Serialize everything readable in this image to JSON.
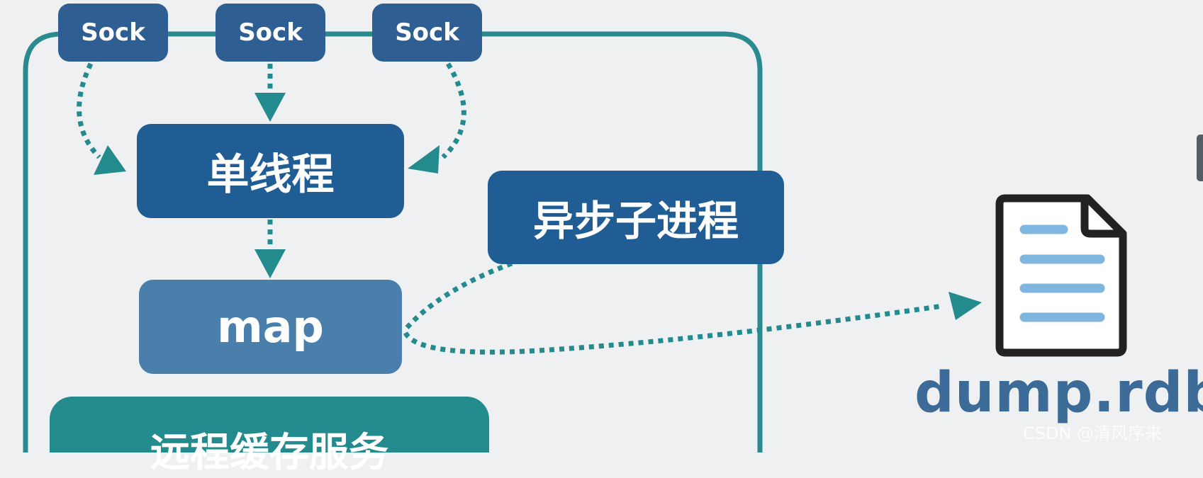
{
  "diagram": {
    "socket_nodes": [
      "Sock",
      "Sock",
      "Sock"
    ],
    "single_thread_label": "单线程",
    "async_child_label": "异步子进程",
    "map_label": "map",
    "remote_cache_label": "远程缓存服务",
    "file_label": "dump.rdb"
  },
  "watermark": "CSDN @清风序来",
  "colors": {
    "background": "#eef0f2",
    "container_border": "#2a8a90",
    "arrow": "#238a8e",
    "socket_box": "#2f5f92",
    "primary_box": "#1f5d94",
    "map_box": "#4a7fab",
    "remote_box": "#238a8e",
    "file_outline": "#222222",
    "file_lines": "#7fb6e0",
    "file_caption": "#3d6b98"
  },
  "icons": [
    "document-icon"
  ]
}
